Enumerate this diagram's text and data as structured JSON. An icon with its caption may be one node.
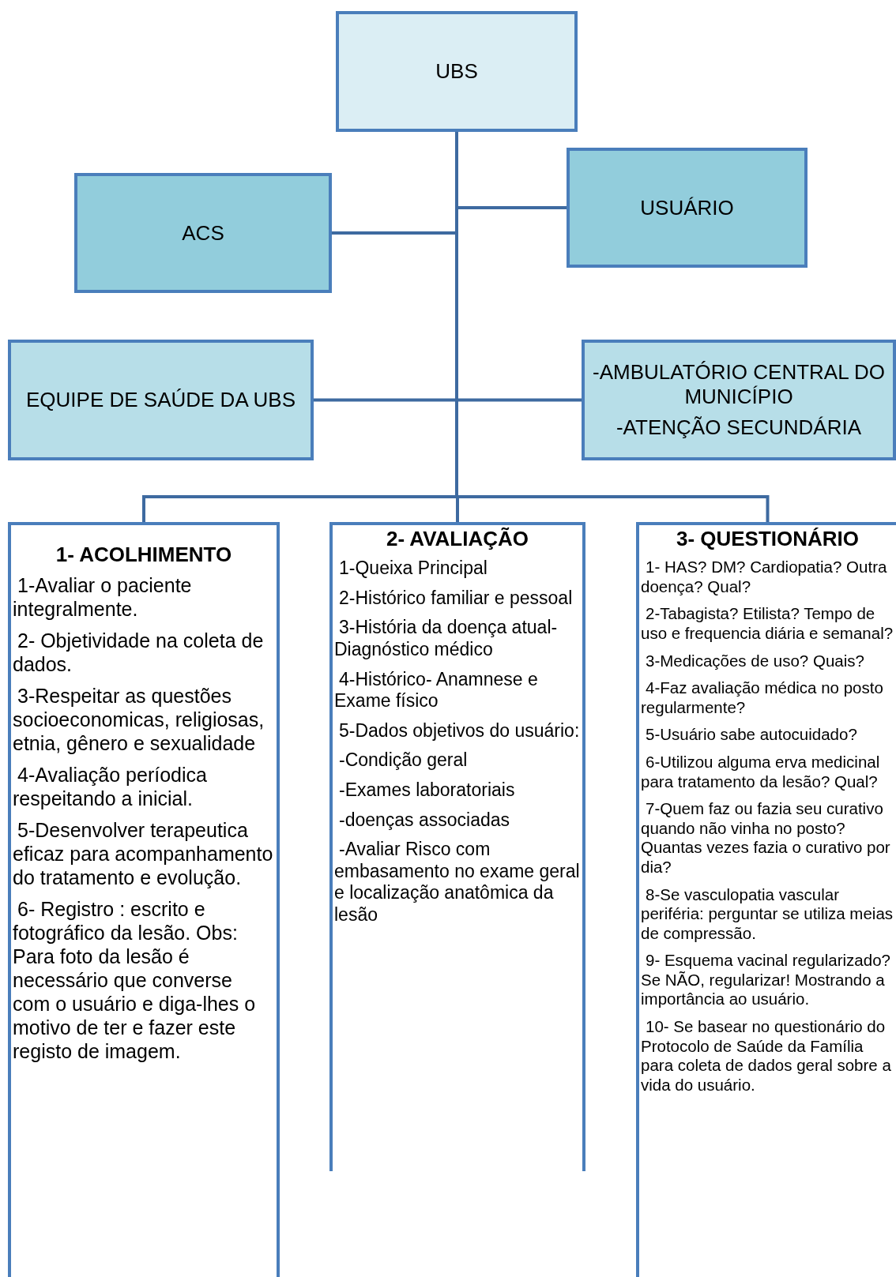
{
  "diagram": {
    "nodes": [
      {
        "text": [
          "UBS"
        ]
      },
      {
        "text": [
          "USUÁRIO"
        ]
      },
      {
        "text": [
          "ACS"
        ]
      },
      {
        "text": [
          "EQUIPE DE SAÚDE DA UBS"
        ]
      },
      {
        "text": [
          "-AMBULATÓRIO CENTRAL DO MUNICÍPIO",
          "-ATENÇÃO SECUNDÁRIA"
        ]
      },
      {
        "text": [
          "1- ACOLHIMENTO",
          "1-Avaliar o paciente integralmente.",
          "2- Objetividade na coleta de dados.",
          "3-Respeitar as questões socioeconomicas, religiosas, etnia, gênero e sexualidade",
          "4-Avaliação períodica respeitando a inicial.",
          "5-Desenvolver terapeutica eficaz para acompanhamento do tratamento e evolução.",
          "6- Registro : escrito e fotográfico da lesão. Obs: Para foto da lesão é necessário  que converse com o usuário e diga-lhes o motivo de ter e fazer este registo de imagem."
        ]
      },
      {
        "text": [
          "2- AVALIAÇÃO",
          "1-Queixa Principal",
          "2-Histórico familiar e pessoal",
          "3-História da doença atual-Diagnóstico médico",
          "4-Histórico- Anamnese e Exame físico",
          "5-Dados objetivos do usuário:",
          "-Condição geral",
          "-Exames laboratoriais",
          "-doenças associadas",
          "-Avaliar Risco com embasamento no exame geral e localização anatômica da lesão"
        ]
      },
      {
        "text": [
          "3- QUESTIONÁRIO",
          "1- HAS? DM? Cardiopatia? Outra doença? Qual?",
          "2-Tabagista? Etilista? Tempo de uso e frequencia diária e semanal?",
          "3-Medicações de uso? Quais?",
          "4-Faz avaliação médica no posto regularmente?",
          "5-Usuário sabe autocuidado?",
          "6-Utilizou alguma erva medicinal para tratamento da lesão? Qual?",
          "7-Quem faz ou fazia seu curativo quando não vinha no posto? Quantas vezes fazia o curativo por dia?",
          "8-Se vasculopatia vascular periféria: perguntar se utiliza meias de compressão.",
          "9- Esquema vacinal regularizado? Se NÃO, regularizar! Mostrando a importância ao usuário.",
          "10- Se basear no questionário do Protocolo de Saúde da Família para coleta de dados geral sobre a vida do usuário."
        ]
      }
    ],
    "edges": [
      {
        "from": 0,
        "to": 1,
        "arrow": "none"
      },
      {
        "from": 0,
        "to": 2,
        "arrow": "none"
      },
      {
        "from": 0,
        "to": 3,
        "arrow": "none"
      },
      {
        "from": 0,
        "to": 4,
        "arrow": "none"
      },
      {
        "from": 0,
        "to": 5,
        "arrow": "none"
      },
      {
        "from": 0,
        "to": 6,
        "arrow": "none"
      },
      {
        "from": 0,
        "to": 7,
        "arrow": "none"
      }
    ]
  }
}
